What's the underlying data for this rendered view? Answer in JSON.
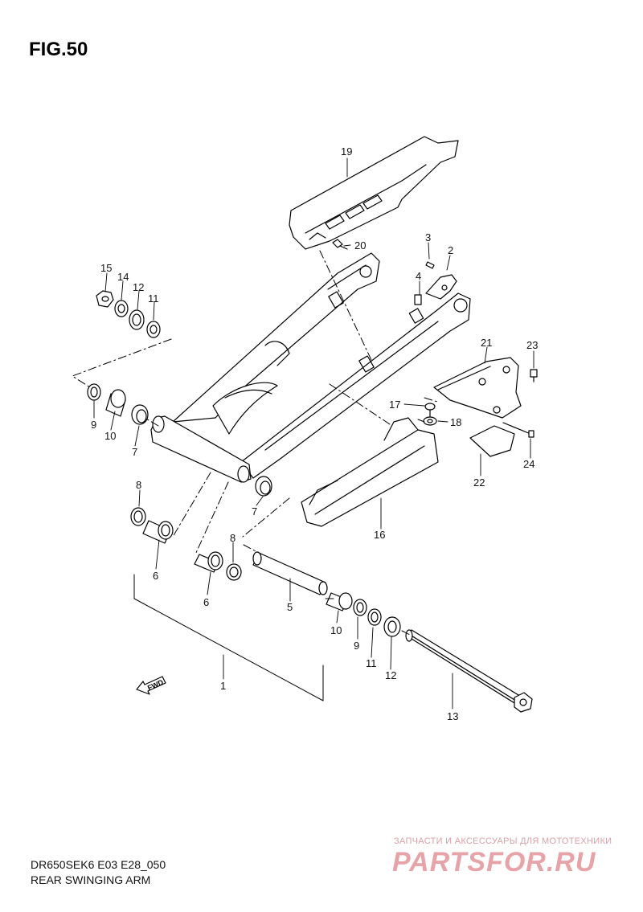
{
  "figure": {
    "title": "FIG.50",
    "model_code": "DR650SEK6 E03 E28_050",
    "caption": "REAR SWINGING ARM"
  },
  "fwd_label": "FWD",
  "callouts": {
    "c1": "1",
    "c2": "2",
    "c3": "3",
    "c4": "4",
    "c5": "5",
    "c6a": "6",
    "c6b": "6",
    "c7a": "7",
    "c7b": "7",
    "c8a": "8",
    "c8b": "8",
    "c9a": "9",
    "c9b": "9",
    "c10a": "10",
    "c10b": "10",
    "c11a": "11",
    "c11b": "11",
    "c12a": "12",
    "c12b": "12",
    "c13": "13",
    "c14": "14",
    "c15": "15",
    "c16": "16",
    "c17": "17",
    "c18": "18",
    "c19": "19",
    "c20": "20",
    "c21": "21",
    "c22": "22",
    "c23": "23",
    "c24": "24"
  },
  "watermark": {
    "tagline": "ЗАПЧАСТИ И АКСЕССУАРЫ ДЛЯ МОТОТЕХНИКИ",
    "logo": "PARTSFOR.RU"
  }
}
